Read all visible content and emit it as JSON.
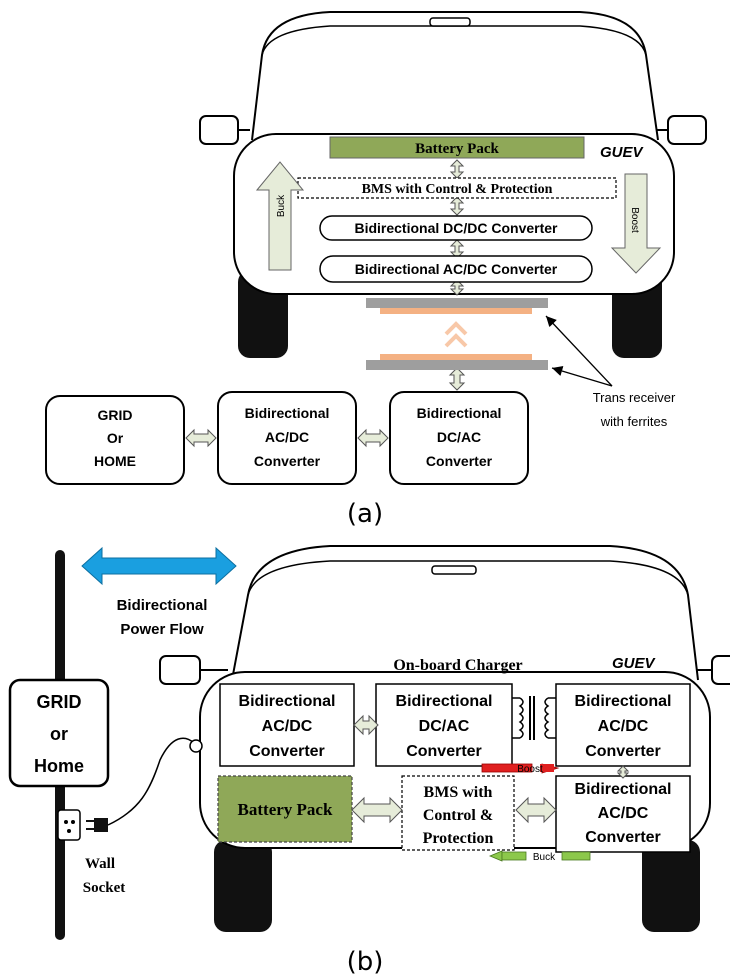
{
  "figure_a": {
    "caption": "(a)",
    "vehicle_label": "GUEV",
    "battery_pack": "Battery Pack",
    "bms": "BMS with Control & Protection",
    "dcdc": "Bidirectional DC/DC Converter",
    "acdc": "Bidirectional AC/DC Converter",
    "buck": "Buck",
    "boost": "Boost",
    "trans_receiver_line1": "Trans receiver",
    "trans_receiver_line2": "with ferrites",
    "grid_box": {
      "line1": "GRID",
      "line2": "Or",
      "line3": "HOME"
    },
    "ground_acdc": {
      "line1": "Bidirectional",
      "line2": "AC/DC",
      "line3": "Converter"
    },
    "ground_dcac": {
      "line1": "Bidirectional",
      "line2": "DC/AC",
      "line3": "Converter"
    }
  },
  "figure_b": {
    "caption": "(b)",
    "vehicle_label": "GUEV",
    "power_flow_line1": "Bidirectional",
    "power_flow_line2": "Power Flow",
    "grid_box": {
      "line1": "GRID",
      "line2": "or",
      "line3": "Home"
    },
    "wall_socket_line1": "Wall",
    "wall_socket_line2": "Socket",
    "onboard_charger": "On-board Charger",
    "acdc_left": {
      "line1": "Bidirectional",
      "line2": "AC/DC",
      "line3": "Converter"
    },
    "dcac": {
      "line1": "Bidirectional",
      "line2": "DC/AC",
      "line3": "Converter"
    },
    "acdc_right": {
      "line1": "Bidirectional",
      "line2": "AC/DC",
      "line3": "Converter"
    },
    "acdc_lower": {
      "line1": "Bidirectional",
      "line2": "AC/DC",
      "line3": "Converter"
    },
    "battery_pack": "Battery Pack",
    "bms": {
      "line1": "BMS with",
      "line2": "Control &",
      "line3": "Protection"
    },
    "boost": "Boost",
    "buck": "Buck"
  },
  "colors": {
    "battery_green": "#8fa858",
    "arrow_fill": "#e6ecd9",
    "ferrite_orange": "#f4b183",
    "plate_gray": "#9e9e9e",
    "flow_blue": "#1a9fe0",
    "boost_red": "#e02020",
    "buck_green": "#8cc84b"
  }
}
